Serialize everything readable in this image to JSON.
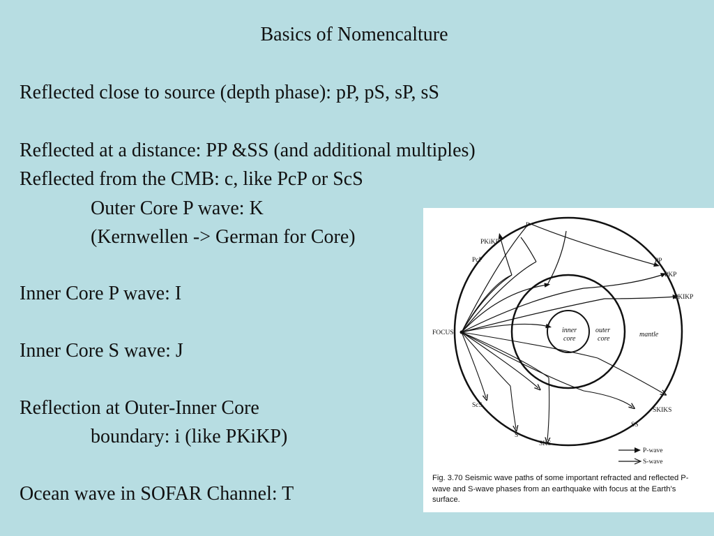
{
  "slide": {
    "title": "Basics of Nomencalture",
    "lines": [
      "Reflected close to source (depth phase): pP, pS, sP, sS",
      "Reflected at a distance: PP &SS (and additional multiples)",
      "Reflected from the CMB: c, like PcP or ScS",
      "Outer Core P wave:  K",
      "(Kernwellen -> German for Core)",
      "Inner Core P wave: I",
      "Inner Core S wave: J",
      "Reflection at Outer-Inner Core",
      "boundary: i (like PKiKP)",
      "Ocean wave in SOFAR Channel: T"
    ]
  },
  "figure": {
    "labels": {
      "p": "P",
      "pkikp_top": "PKiKP",
      "pcp": "PcP",
      "pp": "PP",
      "pkp": "PKP",
      "pkikp_right": "PKIKP",
      "focus": "FOCUS",
      "scs": "ScS",
      "s": "S",
      "sks": "SKS",
      "ss": "SS",
      "skiks": "SKIKS"
    },
    "regions": {
      "inner_1": "inner",
      "inner_2": "core",
      "outer_1": "outer",
      "outer_2": "core",
      "mantle": "mantle"
    },
    "legend": {
      "p_wave": "P-wave",
      "s_wave": "S-wave"
    },
    "caption": "Fig. 3.70  Seismic wave paths of some important refracted and reflected P-wave and S-wave phases from an earthquake with focus at the Earth’s surface."
  }
}
